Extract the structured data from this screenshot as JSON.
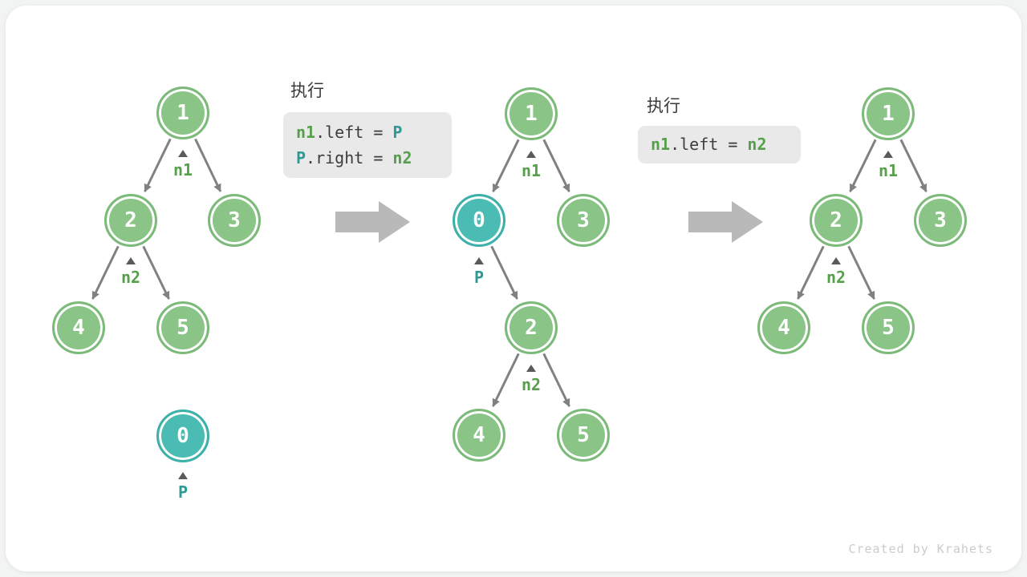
{
  "steps": [
    {
      "label": "执行",
      "lines": [
        [
          {
            "text": "n1",
            "color": "green"
          },
          {
            "text": ".left = ",
            "color": "plain"
          },
          {
            "text": "P",
            "color": "teal"
          }
        ],
        [
          {
            "text": "P",
            "color": "teal"
          },
          {
            "text": ".right = ",
            "color": "plain"
          },
          {
            "text": "n2",
            "color": "green"
          }
        ]
      ]
    },
    {
      "label": "执行",
      "lines": [
        [
          {
            "text": "n1",
            "color": "green"
          },
          {
            "text": ".left = ",
            "color": "plain"
          },
          {
            "text": "n2",
            "color": "green"
          }
        ]
      ]
    }
  ],
  "trees": [
    {
      "name": "before",
      "nodes": [
        {
          "value": "1"
        },
        {
          "value": "2"
        },
        {
          "value": "3"
        },
        {
          "value": "4"
        },
        {
          "value": "5"
        },
        {
          "value": "0"
        }
      ],
      "pointers": [
        {
          "label": "n1"
        },
        {
          "label": "n2"
        },
        {
          "label": "P"
        }
      ]
    },
    {
      "name": "during",
      "nodes": [
        {
          "value": "1"
        },
        {
          "value": "0"
        },
        {
          "value": "3"
        },
        {
          "value": "2"
        },
        {
          "value": "4"
        },
        {
          "value": "5"
        }
      ],
      "pointers": [
        {
          "label": "n1"
        },
        {
          "label": "P"
        },
        {
          "label": "n2"
        }
      ]
    },
    {
      "name": "after",
      "nodes": [
        {
          "value": "1"
        },
        {
          "value": "2"
        },
        {
          "value": "3"
        },
        {
          "value": "4"
        },
        {
          "value": "5"
        }
      ],
      "pointers": [
        {
          "label": "n1"
        },
        {
          "label": "n2"
        }
      ]
    }
  ],
  "watermark": "Created by Krahets",
  "colors": {
    "node_green": "#8ac487",
    "node_teal": "#4bbcb4",
    "label_green": "#56a04b",
    "label_teal": "#2e9a94",
    "edge_gray": "#818181",
    "transition_arrow_gray": "#b9b9b9",
    "code_box_bg": "#e9e9e9"
  }
}
